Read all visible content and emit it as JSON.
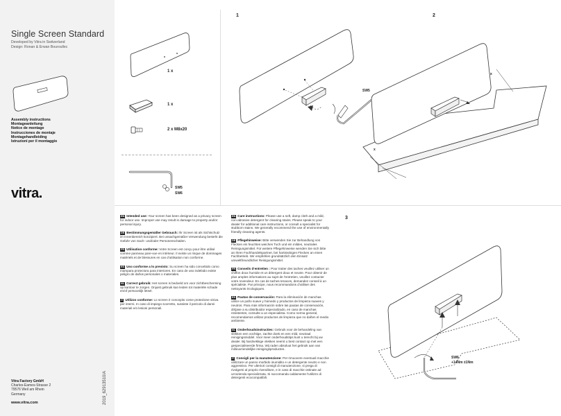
{
  "sidebar": {
    "title": "Single Screen Standard",
    "developed": "Developed by Vitra in Switzerland",
    "design": "Design: Ronan & Erwan Bouroullec",
    "assembly": [
      "Assembly instructions",
      "Montageanleitung",
      "Notice de montage",
      "Instrucciones de montaje",
      "Montagehandleiding",
      "Istruzioni per il montaggio"
    ],
    "logo": "vitra.",
    "address": {
      "company": "Vitra Factory GmbH",
      "street": "Charles-Eames-Strasse 2",
      "city": "79576 Weil am Rhein",
      "country": "Germany"
    },
    "website": "www.vitra.com",
    "doc_number": "2019_62913510/A"
  },
  "parts": {
    "screen_qty": "1 x",
    "clamp_qty": "1 x",
    "screw_qty": "2 x  M8x20",
    "key_sw5": "SW5",
    "key_sw6": "SW6"
  },
  "steps": {
    "s1": "1",
    "s2": "2",
    "s3": "3",
    "s1_key": "SW5",
    "s2_dim_a": "x",
    "s2_dim_b": "x",
    "s3_key": "SW6",
    "s3_torque": "+14Nm ±1Nm"
  },
  "text_col1": [
    {
      "code": "EN",
      "head": "Intended use:",
      "body": "Your screen has been designed as a privacy screen for indoor use. Improper use may result in damage to property and/or personal injury."
    },
    {
      "code": "DE",
      "head": "Bestimmungsgemäßer Gebrauch:",
      "body": "Ihr Screen ist als Sichtschutz im Innenbereich konzipiert. Bei unsachgemäßer Verwendung besteht die Gefahr von Sach- und/oder Personenschäden."
    },
    {
      "code": "FR",
      "head": "Utilisation conforme:",
      "body": "Votre Screen est conçu pour être utilisé comme panneau pare-vue en intérieur. Il existe un risque de dommages matériels et de blessures en cas d’utilisation non conforme."
    },
    {
      "code": "ES",
      "head": "Uso conforme a lo previsto:",
      "body": "Su screen ha sido concebido como mampara protectora para interiores. En caso de uso indebido existe peligro de daños personales o materiales."
    },
    {
      "code": "NL",
      "head": "Correct gebruik:",
      "body": "Het screen is bedoeld om voor zichtbescherming op kantoor te zorgen. Onjuist gebruik kan leiden tot materiële schade en/of persoonlijk letsel."
    },
    {
      "code": "IT",
      "head": "Utilizzo conforme:",
      "body": "Lo screen è concepito come protezione visiva per interni. In caso di impiego scorretto, sussiste il pericolo di danni materiali e/o lesioni personali."
    }
  ],
  "text_col2": [
    {
      "code": "EN",
      "head": "Care instructions:",
      "body": "Please use a soft, damp cloth and a mild, non-abrasive detergent for cleaning stains. Please speak to your dealer for additional care instructions, or consult a specialist for stubborn stains. We generally recommend the use of environmentally friendly cleaning agents."
    },
    {
      "code": "DE",
      "head": "Pflegehinweise:",
      "body": "Bitte verwenden Sie zur Behandlung von Flecken ein feuchtes weiches Tuch und ein mildes, neutrales Reinigungsmittel. Für weitere Pflegehinweise wenden Sie sich bitte an Ihren Fachhandelspartner, bei hartnäckigen Flecken an einen Fachbetrieb. Wir empfehlen grundsätzlich den Einsatz umweltfreundlicher Reinigungsmittel."
    },
    {
      "code": "FR",
      "head": "Conseils d’entretien :",
      "body": "Pour traiter des taches veuillez utiliser un chiffon doux humide et un détergent doux et neutre. Pour obtenir de plus amples informations au sujet de l’entretien, veuillez contacter votre revendeur. En cas de taches tenaces, demandez conseil à un spécialiste. Par principe, nous recommandons d’utiliser des nettoyants écologiques."
    },
    {
      "code": "ES",
      "head": "Pautas de conservación:",
      "body": "Para la eliminación de manchas utilice un paño suave y húmedo y productos de limpieza suaves y neutros. Para más información sobre las pautas de conservación, diríjase a su distribuidor especializado, en caso de manchas resistentes, consulte a un especialista. Como norma general, recomendamos utilizar productos de limpieza que no dañen el medio ambiente."
    },
    {
      "code": "NL",
      "head": "Onderhoudsinstructies:",
      "body": "Gebruik voor de behandeling van vlekken een vochtige, zachte doek en een mild, neutraal reinigingsmiddel. Voor meer onderhoudstips kunt u terecht bij uw dealer. Bij hardnekkige vlekken neemt u best contact op met een gespecialiseerde firma. Wij raden absoluut het gebruik aan van milieuvriendelijke reinigingsproducten."
    },
    {
      "code": "IT",
      "head": "Consigli per la manutenzione:",
      "body": "Per rimuovere eventuali macchie utilizzare un panno morbido inumidito e un detergente neutro e non aggressivo. Per ulteriori consigli di manutenzione, si prega di rivolgersi al proprio rivenditore, e in caso di macchie ostinate ad un'azienda specializzata. Si raccomanda caldamente l'utilizzo di detergenti ecocompatibili."
    }
  ],
  "colors": {
    "sidebar_bg": "#f2f2f2",
    "ink": "#222222",
    "code_bg": "#222222"
  }
}
